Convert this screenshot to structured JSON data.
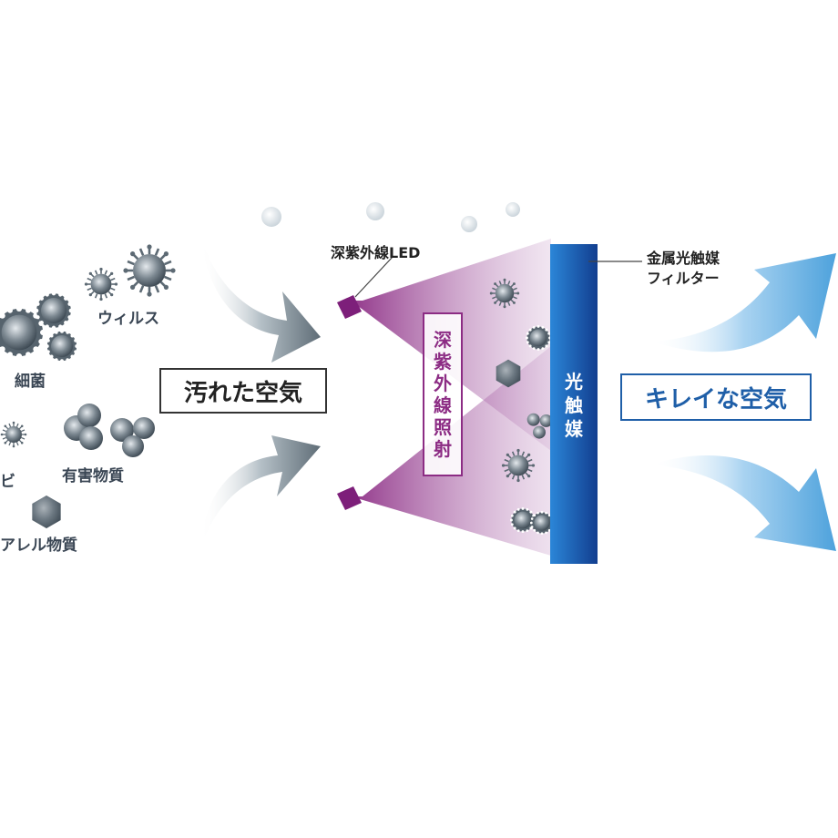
{
  "labels": {
    "virus": "ウィルス",
    "bacteria": "細菌",
    "mold": "ビ",
    "harmful": "有害物質",
    "allergen": "アレル物質",
    "led": "深紫外線LED",
    "filter_line1": "金属光触媒",
    "filter_line2": "フィルター"
  },
  "boxes": {
    "dirty_air": "汚れた空気",
    "clean_air": "キレイな空気",
    "uv_chars": [
      "深",
      "紫",
      "外",
      "線",
      "照",
      "射"
    ],
    "filter_chars": [
      "光",
      "触",
      "媒"
    ]
  },
  "colors": {
    "particle": "#5d6a74",
    "uv_purple": "#8c2c84",
    "filter_blue": "#1a58b0",
    "clean_arrow": "#5aa7de",
    "dirty_arrow": "#6e7c86"
  }
}
